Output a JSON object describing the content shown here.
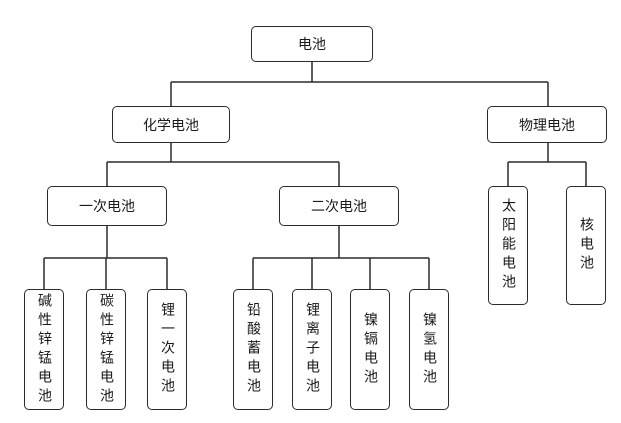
{
  "root": {
    "label": "电池"
  },
  "chemical": {
    "label": "化学电池"
  },
  "physical": {
    "label": "物理电池"
  },
  "primary": {
    "label": "一次电池"
  },
  "secondary": {
    "label": "二次电池"
  },
  "primary_items": [
    "碱性锌锰电池",
    "碳性锌锰电池",
    "锂一次电池"
  ],
  "secondary_items": [
    "铅酸蓄电池",
    "锂离子电池",
    "镍镉电池",
    "镍氢电池"
  ],
  "physical_items": [
    "太阳能电池",
    "核电池"
  ],
  "colors": {
    "line": "#2b2b2b",
    "border": "#2b2b2b",
    "text": "#1a1a1a"
  }
}
